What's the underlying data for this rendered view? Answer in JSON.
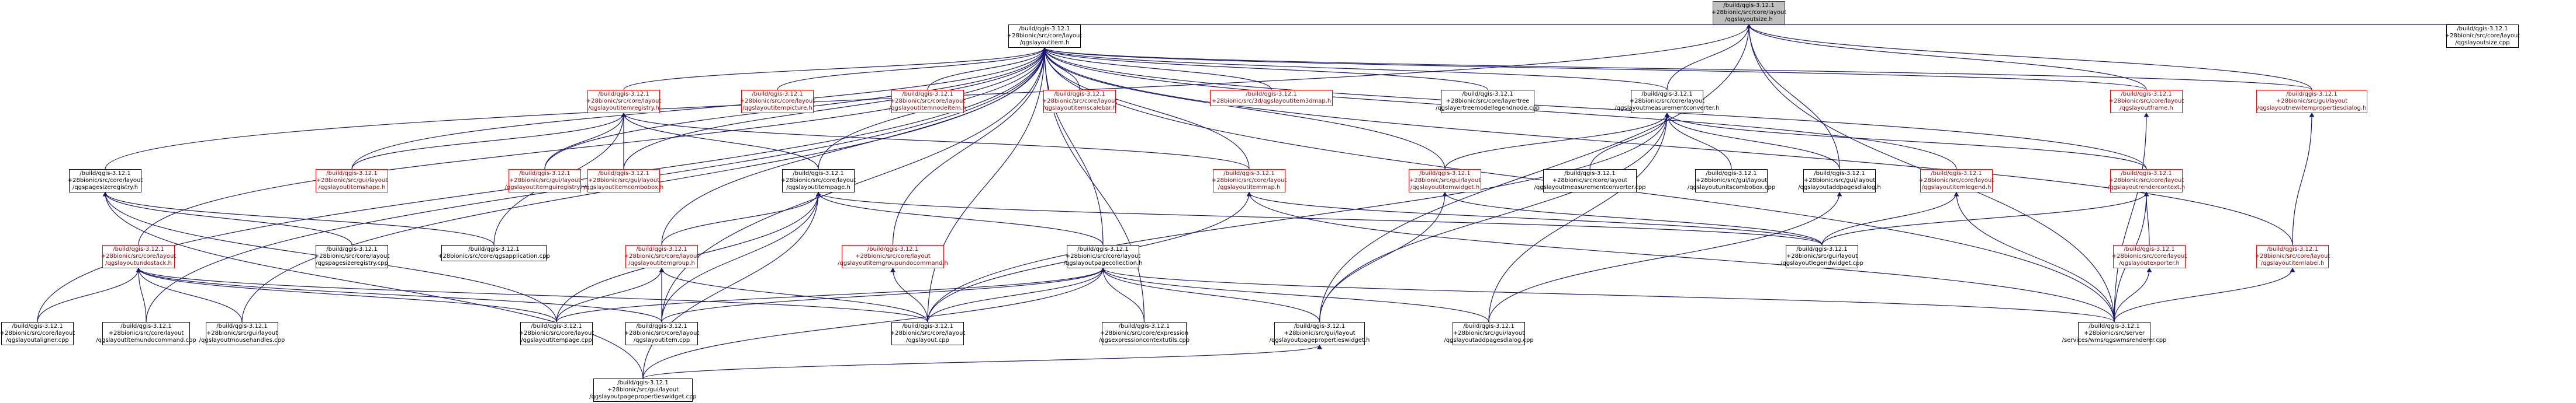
{
  "nodes": {
    "root": [
      "/build/qgis-3.12.1",
      "+28bionic/src/core/layout",
      "/qgslayoutsize.h"
    ],
    "item": [
      "/build/qgis-3.12.1",
      "+28bionic/src/core/layout",
      "/qgslayoutitem.h"
    ],
    "sizecpp": [
      "/build/qgis-3.12.1",
      "+28bionic/src/core/layout",
      "/qgslayoutsize.cpp"
    ],
    "pagereg": [
      "/build/qgis-3.12.1",
      "+28bionic/src/core/layout",
      "/qgspagesizeregistry.h"
    ],
    "itemreg": [
      "/build/qgis-3.12.1",
      "+28bionic/src/core/layout",
      "/qgslayoutitemregistry.h"
    ],
    "itemshape": [
      "/build/qgis-3.12.1",
      "+28bionic/src/gui/layout",
      "/qgslayoutitemshape.h"
    ],
    "guireg": [
      "/build/qgis-3.12.1",
      "+28bionic/src/gui/layout",
      "/qgslayoutitemguiregistry.h"
    ],
    "combobox": [
      "/build/qgis-3.12.1",
      "+28bionic/src/gui/layout",
      "/qgslayoutitemcombobox.h"
    ],
    "picture": [
      "/build/qgis-3.12.1",
      "+28bionic/src/core/layout",
      "/qgslayoutitempicture.h"
    ],
    "nodeitem": [
      "/build/qgis-3.12.1",
      "+28bionic/src/core/layout",
      "/qgslayoutitemnodeitem.h"
    ],
    "scalebar": [
      "/build/qgis-3.12.1",
      "+28bionic/src/core/layout",
      "/qgslayoutitemscalebar.h"
    ],
    "page": [
      "/build/qgis-3.12.1",
      "+28bionic/src/core/layout",
      "/qgslayoutitempage.h"
    ],
    "map3d": [
      "/build/qgis-3.12.1",
      "+28bionic/src/3d/qgslayoutitem3dmap.h"
    ],
    "legendtree": [
      "/build/qgis-3.12.1",
      "+28bionic/src/core/layertree",
      "/qgslayertreemodellegendnode.cpp"
    ],
    "measconv": [
      "/build/qgis-3.12.1",
      "+28bionic/src/core/layout",
      "/qgslayoutmeasurementconverter.h"
    ],
    "frame": [
      "/build/qgis-3.12.1",
      "+28bionic/src/core/layout",
      "/qgslayoutframe.h"
    ],
    "newitemdlg": [
      "/build/qgis-3.12.1",
      "+28bionic/src/gui/layout",
      "/qgslayoutnewitempropertiesdialog.h"
    ],
    "undostack": [
      "/build/qgis-3.12.1",
      "+28bionic/src/core/layout",
      "/qgslayoutundostack.h"
    ],
    "pagereg_cpp": [
      "/build/qgis-3.12.1",
      "+28bionic/src/core/layout",
      "/qgspagesizeregistry.cpp"
    ],
    "qgsapp": [
      "/build/qgis-3.12.1",
      "+28bionic/src/core/qgsapplication.cpp"
    ],
    "itemgroup": [
      "/build/qgis-3.12.1",
      "+28bionic/src/core/layout",
      "/qgslayoutitemgroup.h"
    ],
    "groupundo": [
      "/build/qgis-3.12.1",
      "+28bionic/src/core/layout",
      "/qgslayoutitemgroupundocommand.h"
    ],
    "pagecoll": [
      "/build/qgis-3.12.1",
      "+28bionic/src/core/layout",
      "/qgslayoutpagecollection.h"
    ],
    "itemmap": [
      "/build/qgis-3.12.1",
      "+28bionic/src/core/layout",
      "/qgslayoutitemmap.h"
    ],
    "itemwidget": [
      "/build/qgis-3.12.1",
      "+28bionic/src/gui/layout",
      "/qgslayoutitemwidget.h"
    ],
    "measconv_cpp": [
      "/build/qgis-3.12.1",
      "+28bionic/src/core/layout",
      "/qgslayoutmeasurementconverter.cpp"
    ],
    "unitscombo": [
      "/build/qgis-3.12.1",
      "+28bionic/src/gui/layout",
      "/qgslayoutunitscombobox.cpp"
    ],
    "addpagesdlg": [
      "/build/qgis-3.12.1",
      "+28bionic/src/gui/layout",
      "/qgslayoutaddpagesdialog.h"
    ],
    "itemlegend": [
      "/build/qgis-3.12.1",
      "+28bionic/src/core/layout",
      "/qgslayoutitemlegend.h"
    ],
    "rendercontext": [
      "/build/qgis-3.12.1",
      "+28bionic/src/core/layout",
      "/qgslayoutrendercontext.h"
    ],
    "exporter": [
      "/build/qgis-3.12.1",
      "+28bionic/src/core/layout",
      "/qgslayoutexporter.h"
    ],
    "itemlabel": [
      "/build/qgis-3.12.1",
      "+28bionic/src/core/layout",
      "/qgslayoutitemlabel.h"
    ],
    "legendwidget": [
      "/build/qgis-3.12.1",
      "+28bionic/src/gui/layout",
      "/qgslayoutlegendwidget.cpp"
    ],
    "aligner": [
      "/build/qgis-3.12.1",
      "+28bionic/src/core/layout",
      "/qgslayoutaligner.cpp"
    ],
    "itemundo": [
      "/build/qgis-3.12.1",
      "+28bionic/src/core/layout",
      "/qgslayoutitemundocommand.cpp"
    ],
    "mousehandles": [
      "/build/qgis-3.12.1",
      "+28bionic/src/gui/layout",
      "/qgslayoutmousehandles.cpp"
    ],
    "itempage_cpp": [
      "/build/qgis-3.12.1",
      "+28bionic/src/core/layout",
      "/qgslayoutitempage.cpp"
    ],
    "item_cpp": [
      "/build/qgis-3.12.1",
      "+28bionic/src/core/layout",
      "/qgslayoutitem.cpp"
    ],
    "layout_cpp": [
      "/build/qgis-3.12.1",
      "+28bionic/src/core/layout",
      "/qgslayout.cpp"
    ],
    "exprctx": [
      "/build/qgis-3.12.1",
      "+28bionic/src/core/expression",
      "/qgsexpressioncontextutils.cpp"
    ],
    "pagepropwidget_h": [
      "/build/qgis-3.12.1",
      "+28bionic/src/gui/layout",
      "/qgslayoutpagepropertieswidget.h"
    ],
    "addpagesdlg_cpp": [
      "/build/qgis-3.12.1",
      "+28bionic/src/gui/layout",
      "/qgslayoutaddpagesdialog.cpp"
    ],
    "wms": [
      "/build/qgis-3.12.1",
      "+28bionic/src/server",
      "/services/wms/qgswmsrenderer.cpp"
    ],
    "pagepropwidget_cpp": [
      "/build/qgis-3.12.1",
      "+28bionic/src/gui/layout",
      "/qgslayoutpagepropertieswidget.cpp"
    ]
  }
}
